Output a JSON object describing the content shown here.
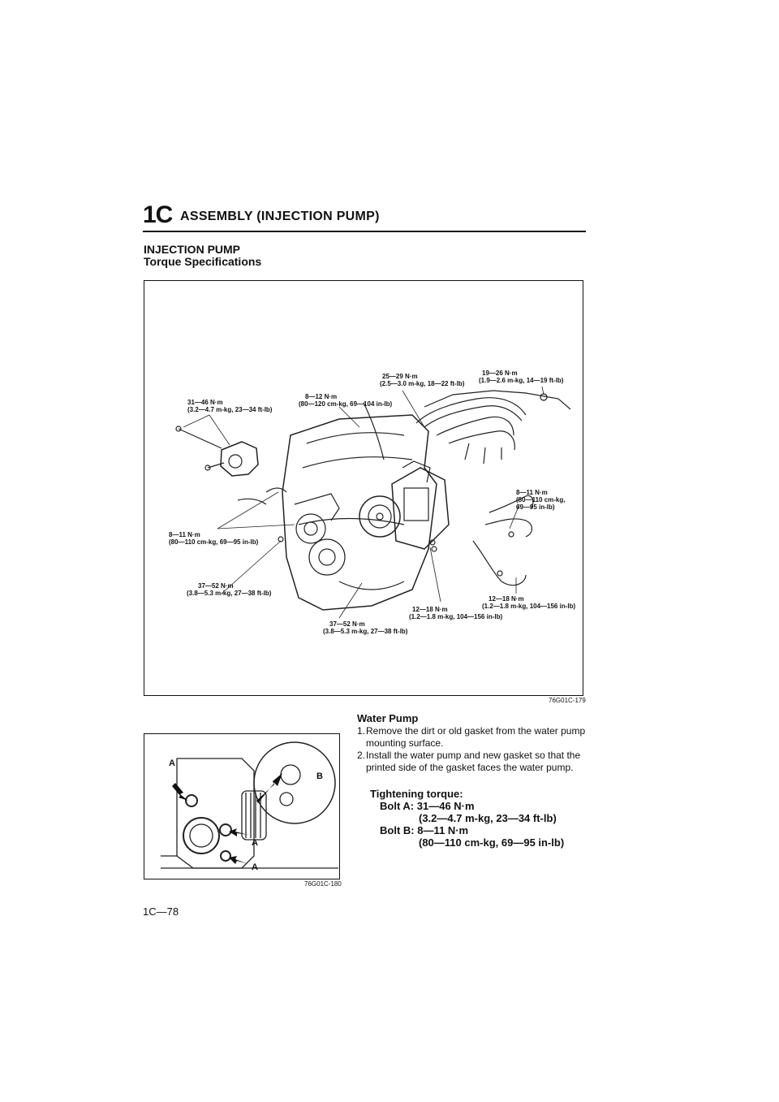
{
  "header": {
    "section": "1C",
    "title": "ASSEMBLY (INJECTION PUMP)"
  },
  "section": {
    "title": "INJECTION PUMP",
    "subtitle": "Torque Specifications"
  },
  "figure1": {
    "id": "76G01C-179",
    "callouts": {
      "c1": [
        "31—46 N·m",
        "(3.2—4.7 m-kg, 23—34 ft-lb)"
      ],
      "c2": [
        "8—12 N·m",
        "(80—120 cm-kg, 69—104 in-lb)"
      ],
      "c3": [
        "25—29 N·m",
        "(2.5—3.0 m-kg, 18—22 ft-lb)"
      ],
      "c4": [
        "19—26 N·m",
        "(1.9—2.6 m-kg, 14—19 ft-lb)"
      ],
      "c5": [
        "8—11 N·m",
        "(80—110 cm-kg,",
        "69—95 in-lb)"
      ],
      "c6": [
        "8—11 N·m",
        "(80—110 cm-kg, 69—95 in-lb)"
      ],
      "c7": [
        "37—52 N·m",
        "(3.8—5.3 m-kg, 27—38 ft-lb)"
      ],
      "c8": [
        "12—18 N·m",
        "(1.2—1.8 m-kg, 104—156 in-lb)"
      ],
      "c9": [
        "12—18 N·m",
        "(1.2—1.8 m-kg, 104—156 in-lb)"
      ],
      "c10": [
        "37—52 N·m",
        "(3.8—5.3 m-kg, 27—38 ft-lb)"
      ]
    }
  },
  "figure2": {
    "id": "76G01C-180",
    "labels": {
      "a1": "A",
      "a2": "A",
      "a3": "A",
      "b": "B"
    }
  },
  "water_pump": {
    "title": "Water Pump",
    "steps": [
      {
        "num": "1.",
        "text": "Remove the dirt or old gasket from the water pump mounting surface."
      },
      {
        "num": "2.",
        "text": "Install the water pump and new gasket so that the printed side of the gasket faces the water pump."
      }
    ],
    "torque": {
      "heading": "Tightening torque:",
      "bolt_a_label": "Bolt A:",
      "bolt_a_value": "31—46 N·m",
      "bolt_a_alt": "(3.2—4.7 m-kg, 23—34 ft-lb)",
      "bolt_b_label": "Bolt B:",
      "bolt_b_value": "8—11 N·m",
      "bolt_b_alt": "(80—110 cm-kg, 69—95 in-lb)"
    }
  },
  "page_number": "1C—78"
}
